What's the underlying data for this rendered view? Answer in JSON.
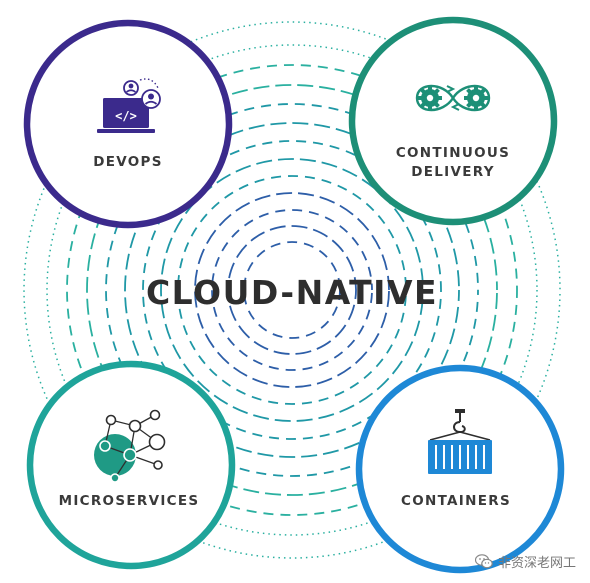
{
  "diagram": {
    "title": "CLOUD-NATIVE",
    "nodes": [
      {
        "id": "devops",
        "label": "DEVOPS",
        "icon": "laptop-code-users-icon",
        "color": "#3b2a8c"
      },
      {
        "id": "continuous-delivery",
        "label_lines": [
          "CONTINUOUS",
          "DELIVERY"
        ],
        "icon": "gears-infinity-loop-icon",
        "color": "#1d8f77"
      },
      {
        "id": "microservices",
        "label": "MICROSERVICES",
        "icon": "network-nodes-icon",
        "color": "#1fa49a"
      },
      {
        "id": "containers",
        "label": "CONTAINERS",
        "icon": "shipping-container-crane-icon",
        "color": "#1e88d6"
      }
    ],
    "ring_colors": [
      "#2d5ea8",
      "#1f98a6",
      "#2ab0a0"
    ]
  },
  "watermark": {
    "text": "非资深老网工",
    "icon": "wechat-icon"
  }
}
